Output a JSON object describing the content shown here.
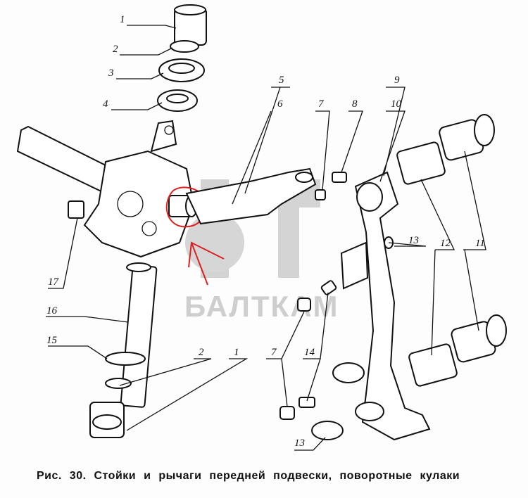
{
  "figure": {
    "caption": "Рис. 30. Стойки и рычаги передней подвески, поворотные кулаки",
    "watermark": "БАЛТКАМ",
    "annotation_color": "#e02020",
    "labels": {
      "l1_top": "1",
      "l2_top": "2",
      "l3": "3",
      "l4": "4",
      "l5": "5",
      "l6": "6",
      "l7_top": "7",
      "l8": "8",
      "l9": "9",
      "l10": "10",
      "l11": "11",
      "l12": "12",
      "l13_mid": "13",
      "l17": "17",
      "l16": "16",
      "l15": "15",
      "l2_bottom": "2",
      "l1_bottom": "1",
      "l7_bottom": "7",
      "l14": "14",
      "l13_bottom": "13"
    }
  }
}
